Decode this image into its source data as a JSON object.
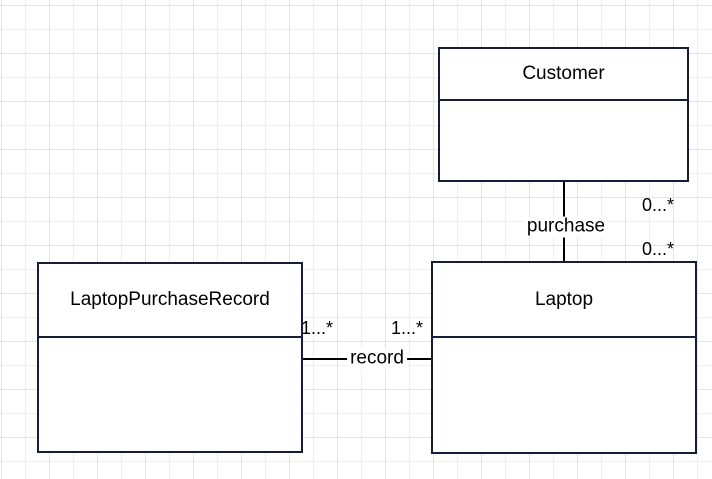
{
  "colors": {
    "class_border": "#161d38",
    "connector": "#000000",
    "text": "#000000",
    "grid_minor": "#efefef",
    "grid_major": "#e3e3e3"
  },
  "diagram": {
    "type": "uml-class-diagram",
    "classes": [
      {
        "name": "Customer",
        "attributes": []
      },
      {
        "name": "Laptop",
        "attributes": []
      },
      {
        "name": "LaptopPurchaseRecord",
        "attributes": []
      }
    ],
    "associations": [
      {
        "label": "purchase",
        "from": "Customer",
        "to": "Laptop",
        "multiplicity_from": "0...*",
        "multiplicity_to": "0...*"
      },
      {
        "label": "record",
        "from": "LaptopPurchaseRecord",
        "to": "Laptop",
        "multiplicity_from": "1...*",
        "multiplicity_to": "1...*"
      }
    ]
  }
}
